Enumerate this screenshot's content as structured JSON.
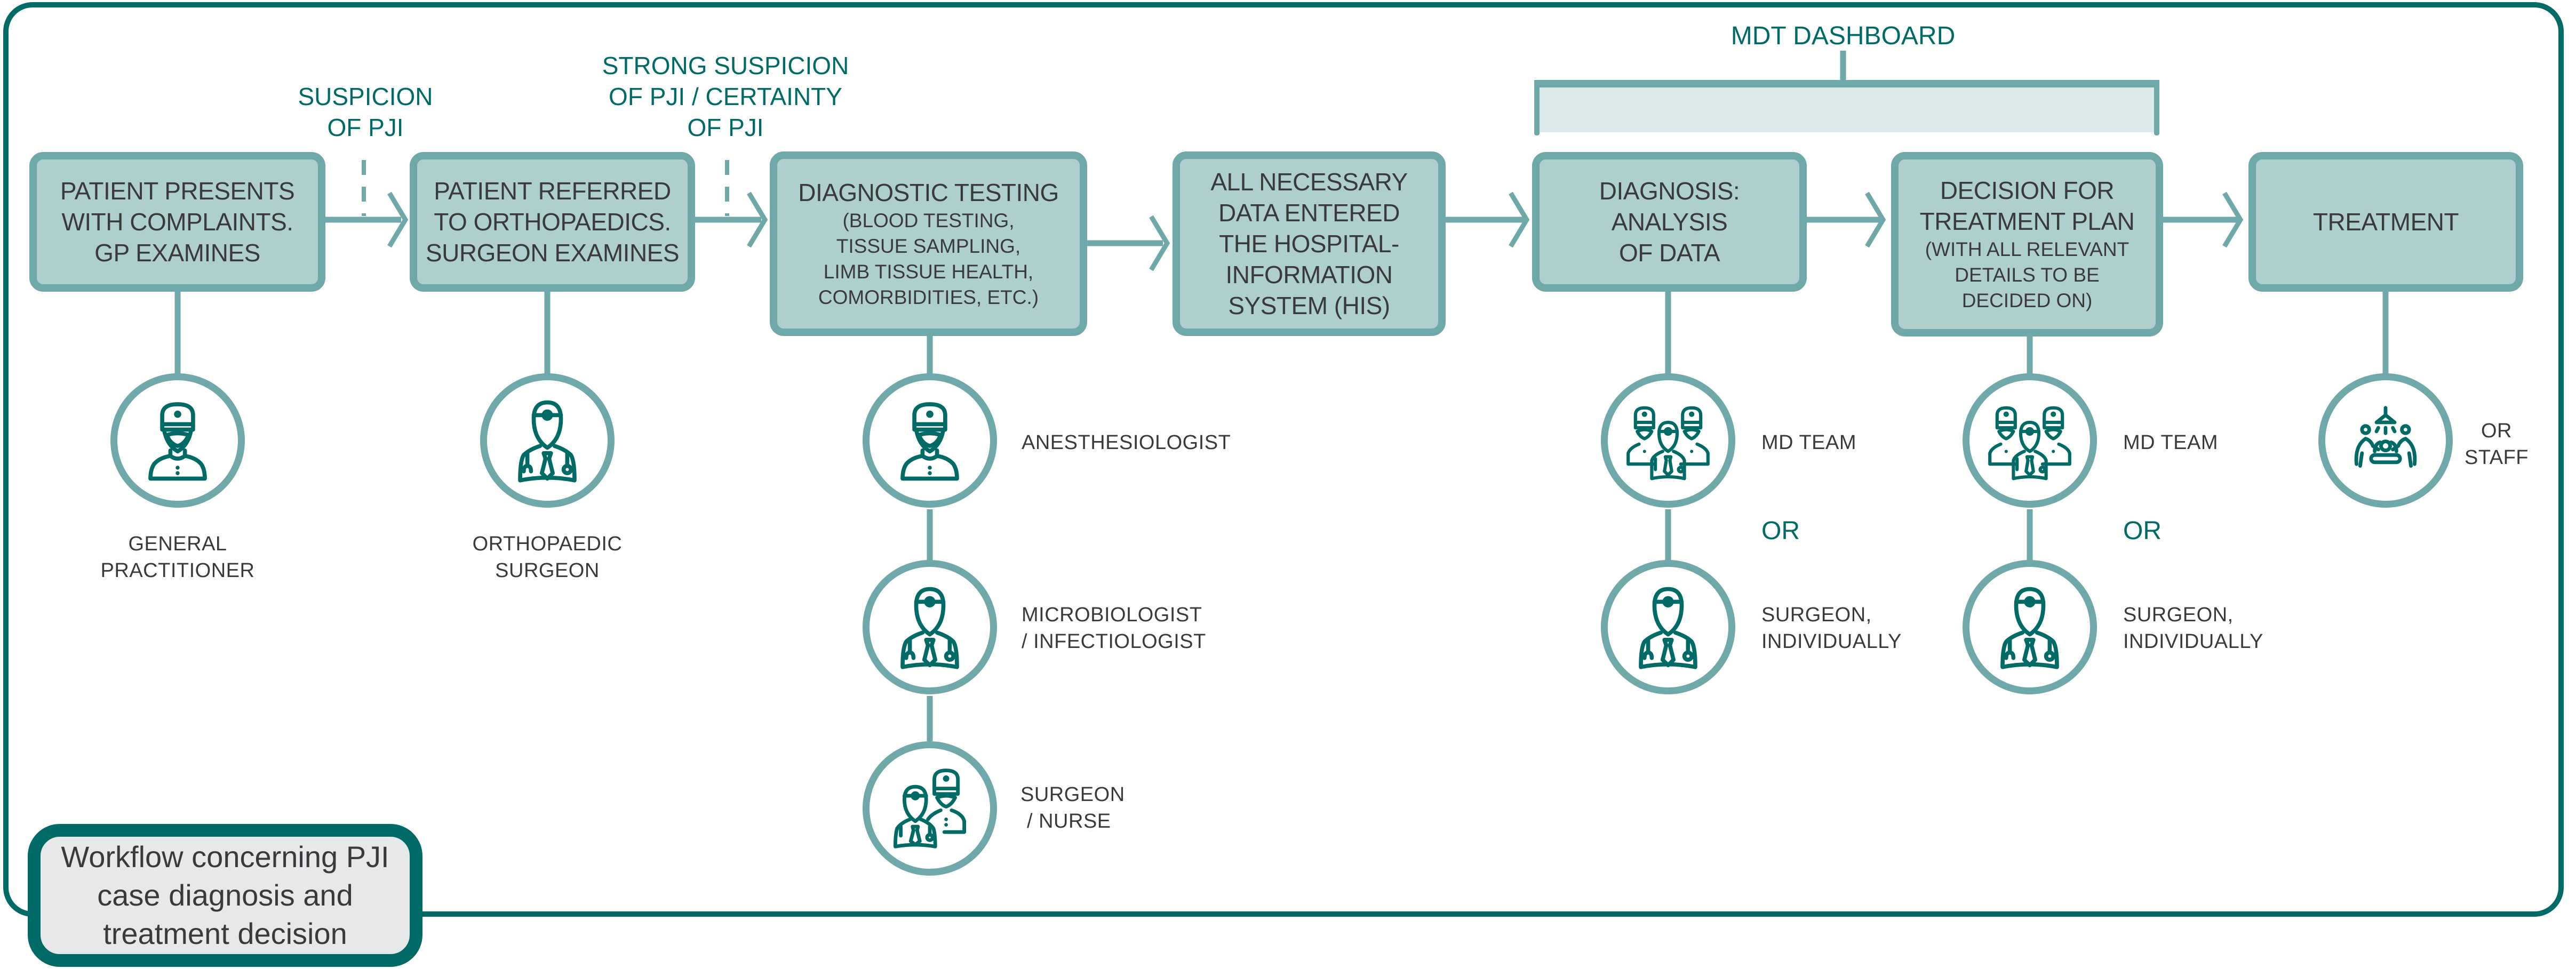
{
  "title": "Workflow concerning PJI case diagnosis and treatment decision",
  "title_lines": [
    "Workflow concerning PJI",
    "case diagnosis and",
    "treatment decision"
  ],
  "colors": {
    "frame": "#006b66",
    "box_fill": "#afcfcf",
    "box_border": "#6fa8a8",
    "connector": "#6fa8a8",
    "accent_text": "#006b66",
    "body_text": "#3a3a3c",
    "dashboard_fill": "#dce9ea",
    "title_fill": "#e7e8ea"
  },
  "dashboard": {
    "label": "MDT DASHBOARD"
  },
  "transitions": [
    {
      "lines": [
        "SUSPICION",
        "OF PJI"
      ],
      "style": "dashed"
    },
    {
      "lines": [
        "STRONG SUSPICION",
        "OF PJI / CERTAINTY",
        "OF PJI"
      ],
      "style": "dashed"
    }
  ],
  "steps": [
    {
      "id": "patient-presents",
      "main": [
        "PATIENT PRESENTS",
        "WITH COMPLAINTS.",
        "GP EXAMINES"
      ],
      "sub": []
    },
    {
      "id": "patient-referred",
      "main": [
        "PATIENT REFERRED",
        "TO ORTHOPAEDICS.",
        "SURGEON EXAMINES"
      ],
      "sub": []
    },
    {
      "id": "diagnostic-testing",
      "main": [
        "DIAGNOSTIC TESTING"
      ],
      "sub": [
        "(BLOOD TESTING,",
        "TISSUE SAMPLING,",
        "LIMB TISSUE HEALTH,",
        "COMORBIDITIES, ETC.)"
      ]
    },
    {
      "id": "data-entered",
      "main": [
        "ALL NECESSARY",
        "DATA ENTERED",
        "THE HOSPITAL-",
        "INFORMATION",
        "SYSTEM (HIS)"
      ],
      "sub": []
    },
    {
      "id": "diagnosis",
      "main": [
        "DIAGNOSIS:",
        "ANALYSIS",
        "OF DATA"
      ],
      "sub": []
    },
    {
      "id": "decision",
      "main": [
        "DECISION FOR",
        "TREATMENT PLAN"
      ],
      "sub": [
        "(WITH ALL RELEVANT",
        "DETAILS TO BE",
        "DECIDED ON)"
      ]
    },
    {
      "id": "treatment",
      "main": [
        "TREATMENT"
      ],
      "sub": []
    }
  ],
  "roles": {
    "gp": {
      "icon": "masked-doctor-icon",
      "lines": [
        "GENERAL",
        "PRACTITIONER"
      ]
    },
    "ortho": {
      "icon": "doctor-stethoscope-icon",
      "lines": [
        "ORTHOPAEDIC",
        "SURGEON"
      ]
    },
    "anesthesiologist": {
      "icon": "masked-doctor-icon",
      "lines": [
        "ANESTHESIOLOGIST"
      ]
    },
    "microbiologist": {
      "icon": "doctor-stethoscope-icon",
      "lines": [
        "MICROBIOLOGIST",
        "/ INFECTIOLOGIST"
      ]
    },
    "surgeon_nurse": {
      "icon": "doctor-and-nurse-icon",
      "lines": [
        "SURGEON",
        "/ NURSE"
      ]
    },
    "md_team_1": {
      "icon": "medical-team-icon",
      "lines": [
        "MD TEAM"
      ]
    },
    "surgeon_ind_1": {
      "icon": "doctor-stethoscope-icon",
      "lines": [
        "SURGEON,",
        "INDIVIDUALLY"
      ]
    },
    "md_team_2": {
      "icon": "medical-team-icon",
      "lines": [
        "MD TEAM"
      ]
    },
    "surgeon_ind_2": {
      "icon": "doctor-stethoscope-icon",
      "lines": [
        "SURGEON,",
        "INDIVIDUALLY"
      ]
    },
    "or_staff": {
      "icon": "operating-room-icon",
      "lines": [
        "OR",
        "STAFF"
      ]
    }
  },
  "or_separator": "OR"
}
